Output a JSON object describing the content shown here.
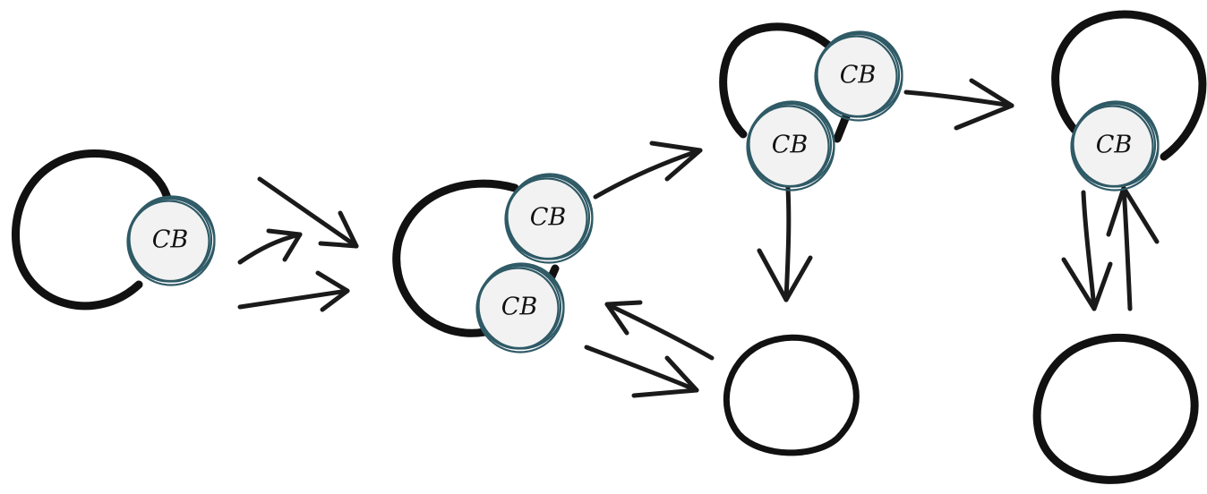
{
  "nodes": [
    {
      "label": "CB"
    },
    {
      "label": "CB"
    },
    {
      "label": "CB"
    },
    {
      "label": "CB"
    },
    {
      "label": "CB"
    },
    {
      "label": "CB"
    }
  ],
  "colors": {
    "ring": "#111111",
    "cb_fill": "#f2f2f2",
    "cb_edge": "#2f5a66"
  }
}
